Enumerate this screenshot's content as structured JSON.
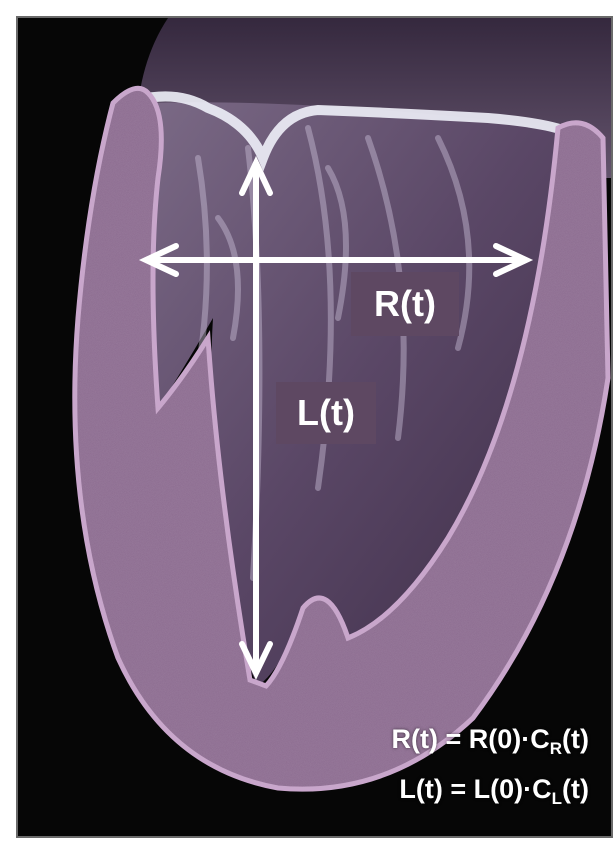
{
  "labels": {
    "r_label": "R(t)",
    "l_label": "L(t)"
  },
  "equations": {
    "eq_r": {
      "lhs": "R(t) = R(0)·C",
      "sub": "R",
      "rhs": "(t)"
    },
    "eq_l": {
      "lhs": "L(t) = L(0)·C",
      "sub": "L",
      "rhs": "(t)"
    }
  },
  "colors": {
    "background": "#060606",
    "wall": "#8a6a8e",
    "wall_outline": "#c9a6cc",
    "cavity": "#5d4a68",
    "arrows": "#ffffff",
    "label_box": "#5e4862"
  }
}
